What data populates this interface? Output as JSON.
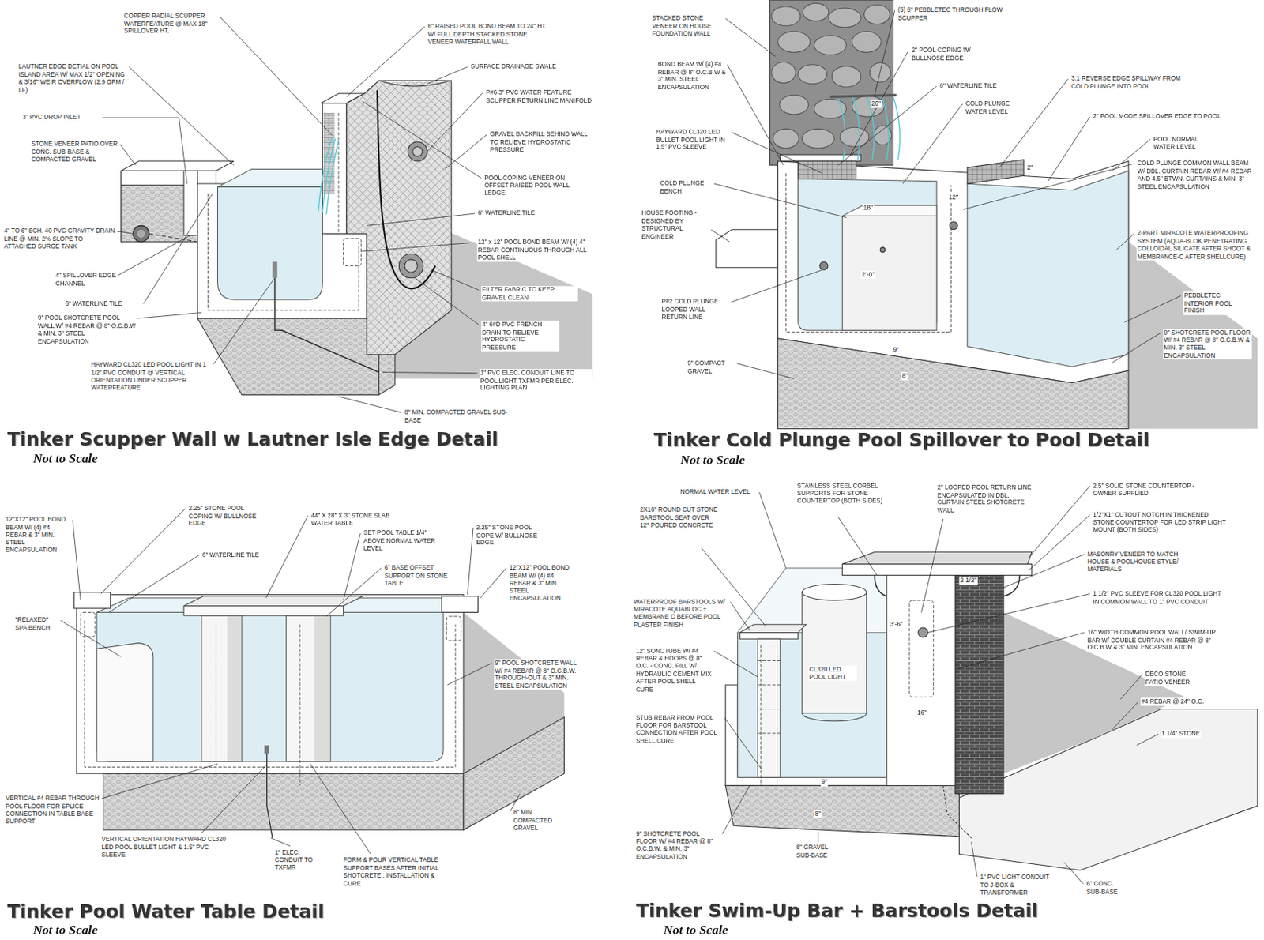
{
  "diagram": {
    "labels": [
      "COPPER RADIAL SCUPPER WATERFEATURE @ MAX 18\" SPILLOVER HT.",
      "LAUTNER EDGE DETIAL ON POOL ISLAND AREA W/ MAX 1/2\" OPENING & 3/16\" WEIR OVERFLOW (2.9 GPM / LF)",
      "3\" PVC DROP INLET",
      "STONE VENEER PATIO OVER CONC. SUB-BASE & COMPACTED GRAVEL",
      "4\" TO 6\" SCH. 40 PVC GRAVITY DRAIN LINE @ MIN. 2% SLOPE TO ATTACHED SURGE TANK",
      "4\" SPILLOVER EDGE CHANNEL",
      "6\" WATERLINE TILE",
      "9\" POOL SHOTCRETE POOL WALL W/ #4 REBAR @ 8\" O.C.B.W & MIN. 3\" STEEL ENCAPSULATION",
      "HAYWARD CL320 LED POOL LIGHT IN 1 1/2\" PVC CONDUIT @ VERTICAL ORIENTATION UNDER SCUPPER WATERFEATURE",
      "6\" RAISED POOL BOND BEAM TO 24\" HT. W/ FULL DEPTH STACKED STONE VENEER WATERFALL WALL",
      "SURFACE DRAINAGE SWALE",
      "P#6 3\" PVC WATER FEATURE SCUPPER RETURN LINE MANIFOLD",
      "GRAVEL BACKFILL BEHIND WALL TO RELIEVE HYDROSTATIC PRESSURE",
      "POOL COPING VENEER ON OFFSET RAISED POOL WALL LEDGE",
      "6\" WATERLINE TILE",
      "12\" x 12\" POOL BOND BEAM W/ (4) 4\" REBAR CONTINUOUS THROUGH ALL POOL SHELL",
      "FILTER FABRIC TO KEEP GRAVEL CLEAN",
      "4\" 6#D PVC FRENCH DRAIN TO RELIEVE HYDROSTATIC PRESSURE",
      "1\" PVC ELEC. CONDUIT LINE TO POOL LIGHT TXFMR PER ELEC. LIGHTING PLAN",
      "8\" MIN. COMPACTED GRAVEL SUB-BASE",
      "Tinker Scupper Wall w Lautner Isle Edge Detail",
      "Not to Scale",
      "STACKED STONE VENEER ON HOUSE FOUNDATION WALL",
      "BOND BEAM W/ (4) #4 REBAR @ 8\" O.C.B.W & 3\" MIN. STEEL ENCAPSULATION",
      "HAYWARD CL320 LED BULLET POOL LIGHT IN 1.5\" PVC SLEEVE",
      "COLD PLUNGE BENCH",
      "HOUSE FOOTING - DESIGNED BY STRUCTURAL ENGINEER",
      "P#2 COLD PLUNGE LOOPED WALL RETURN LINE",
      "9\" COMPACT GRAVEL",
      "(5) 6\" PEBBLETEC THROUGH FLOW SCUPPER",
      "2\" POOL COPING W/ BULLNOSE EDGE",
      "6\" WATERLINE TILE",
      "COLD PLUNGE WATER LEVEL",
      "3:1 REVERSE EDGE SPILLWAY FROM COLD PLUNGE INTO POOL",
      "2\" POOL MODE SPILLOVER EDGE TO POOL",
      "POOL NORMAL WATER LEVEL",
      "COLD PLUNGE COMMON WALL BEAM W/ DBL. CURTAIN REBAR W/ #4 REBAR AND 4.5\" BTWN. CURTAINS & MIN. 3\" STEEL ENCAPSULATION",
      "2-PART MIRACOTE WATERPROOFING SYSTEM (AQUA-BLOK PENETRATING COLLOIDAL SILICATE AFTER SHOOT & MEMBRANCE-C AFTER SHELLCURE)",
      "PEBBLETEC INTERIOR POOL FINISH",
      "9\" SHOTCRETE POOL FLOOR W/ #4 REBAR @ 8\" O.C.B.W & MIN. 3\" STEEL ENCAPSULATION",
      "26\"",
      "2\"",
      "12\"",
      "18\"",
      "2'-0\"",
      "9\"",
      "8\"",
      "Tinker Cold Plunge Pool Spillover to Pool Detail",
      "Not to Scale",
      "12\"X12\" POOL BOND BEAM W/ (4) #4 REBAR & 3\" MIN. STEEL ENCAPSULATION",
      "2.25\" STONE POOL COPING W/ BULLNOSE EDGE",
      "44\" X 28\" X 3\" STONE SLAB WATER TABLE",
      "SET POOL TABLE 1/4\" ABOVE NORMAL WATER LEVEL",
      "2.25\" STONE POOL COPE W/ BULLNOSE EDGE",
      "6\" WATERLINE TILE",
      "6\" BASE OFFSET SUPPORT ON STONE TABLE",
      "12\"X12\" POOL BOND BEAM W/ (4) #4 REBAR & 3\" MIN. STEEL ENCAPSULATION",
      "\"RELAXED\" SPA BENCH",
      "9\" POOL SHOTCRETE WALL W/ #4 REBAR @ 8\" O.C.B.W. THROUGH-OUT & 3\" MIN. STEEL ENCAPSULATION",
      "VERTICAL #4 REBAR THROUGH POOL FLOOR FOR SPLICE CONNECTION IN TABLE BASE SUPPORT",
      "VERTICAL ORIENTATION HAYWARD CL320 LED POOL BULLET LIGHT & 1.5\" PVC SLEEVE",
      "1\" ELEC. CONDUIT TO TXFMR",
      "FORM & POUR VERTICAL TABLE SUPPORT BASES AFTER INITIAL SHOTCRETE . INSTALLATION & CURE",
      "8\" MIN. COMPACTED GRAVEL",
      "Tinker Pool Water Table Detail",
      "Not to Scale",
      "NORMAL WATER LEVEL",
      "STAINLESS STEEL CORBEL SUPPORTS FOR STONE COUNTERTOP (BOTH SIDES)",
      "2\" LOOPED POOL RETURN LINE ENCAPSULATED IN DBL. CURTAIN STEEL SHOTCRETE WALL",
      "2.5\" SOLID STONE COUNTERTOP - OWNER SUPPLIED",
      "1/2\"X1\" CUTOUT NOTCH IN THICKENED STONE COUNTERTOP FOR LED STRIP LIGHT MOUNT (BOTH SIDES)",
      "MASONRY VENEER TO MATCH HOUSE & POOLHOUSE STYLE/ MATERIALS",
      "1 1/2\" PVC SLEEVE FOR CL320 POOL LIGHT IN COMMON WALL TO 1\" PVC CONDUIT",
      "16\" WIDTH COMMON POOL WALL/ SWIM-UP BAR W/ DOUBLE CURTAIN #4 REBAR @ 8\" O.C.B.W & 3\" MIN. ENCAPSULATION",
      "DECO STONE PATIO VENEER",
      "#4 REBAR @ 24\" O.C.",
      "1 1/4\" STONE",
      "2X16\" ROUND CUT STONE BARSTOOL SEAT OVER 12\" POURED CONCRETE",
      "WATERPROOF BARSTOOLS W/ MIRACOTE AQUABLOC + MEMBRANE C BEFORE POOL PLASTER FINISH",
      "12\" SONOTUBE W/ #4 REBAR & HOOPS @ 8\" O.C. - CONC. FILL W/ HYDRAULIC CEMENT MIX AFTER POOL SHELL CURE",
      "STUB REBAR FROM POOL FLOOR FOR BARSTOOL CONNECTION AFTER POOL SHELL CURE",
      "9\" SHOTCRETE POOL FLOOR W/ #4 REBAR @ 8\" O.C.B.W. & MIN. 3\" ENCAPSULATION",
      "8\" GRAVEL SUB-BASE",
      "1\" PVC LIGHT CONDUIT TO J-BOX & TRANSFORMER",
      "6\" CONC. SUB-BASE",
      "CL320 LED POOL LIGHT",
      "2 1/2\"",
      "3'-6\"",
      "16\"",
      "9\"",
      "8\"",
      "Tinker Swim-Up Bar + Barstools Detail",
      "Not to Scale"
    ]
  }
}
